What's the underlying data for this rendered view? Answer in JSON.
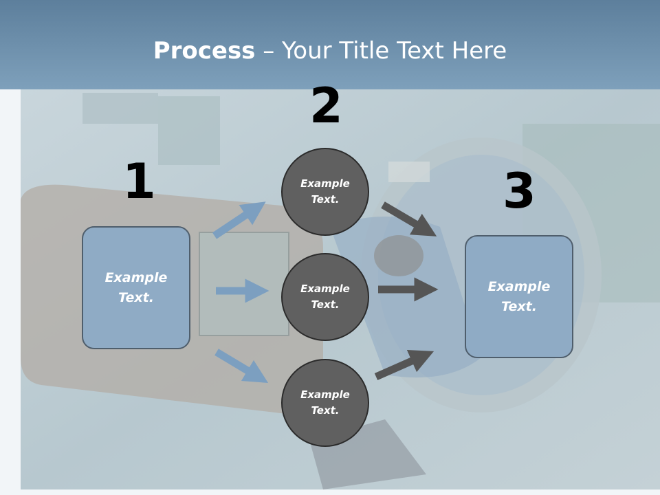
{
  "title": {
    "bold": "Process",
    "rest": " – Your Title Text Here"
  },
  "steps": {
    "one": "1",
    "two": "2",
    "three": "3"
  },
  "left_box": {
    "label": "Example Text."
  },
  "circles": [
    {
      "label": "Example Text."
    },
    {
      "label": "Example Text."
    },
    {
      "label": "Example Text."
    }
  ],
  "right_box": {
    "label": "Example Text."
  },
  "colors": {
    "header": "#6f91ad",
    "box_fill": "#8fabc5",
    "circle_fill": "#606060",
    "blue_arrow": "#7c9fc0",
    "gray_arrow": "#555555"
  }
}
